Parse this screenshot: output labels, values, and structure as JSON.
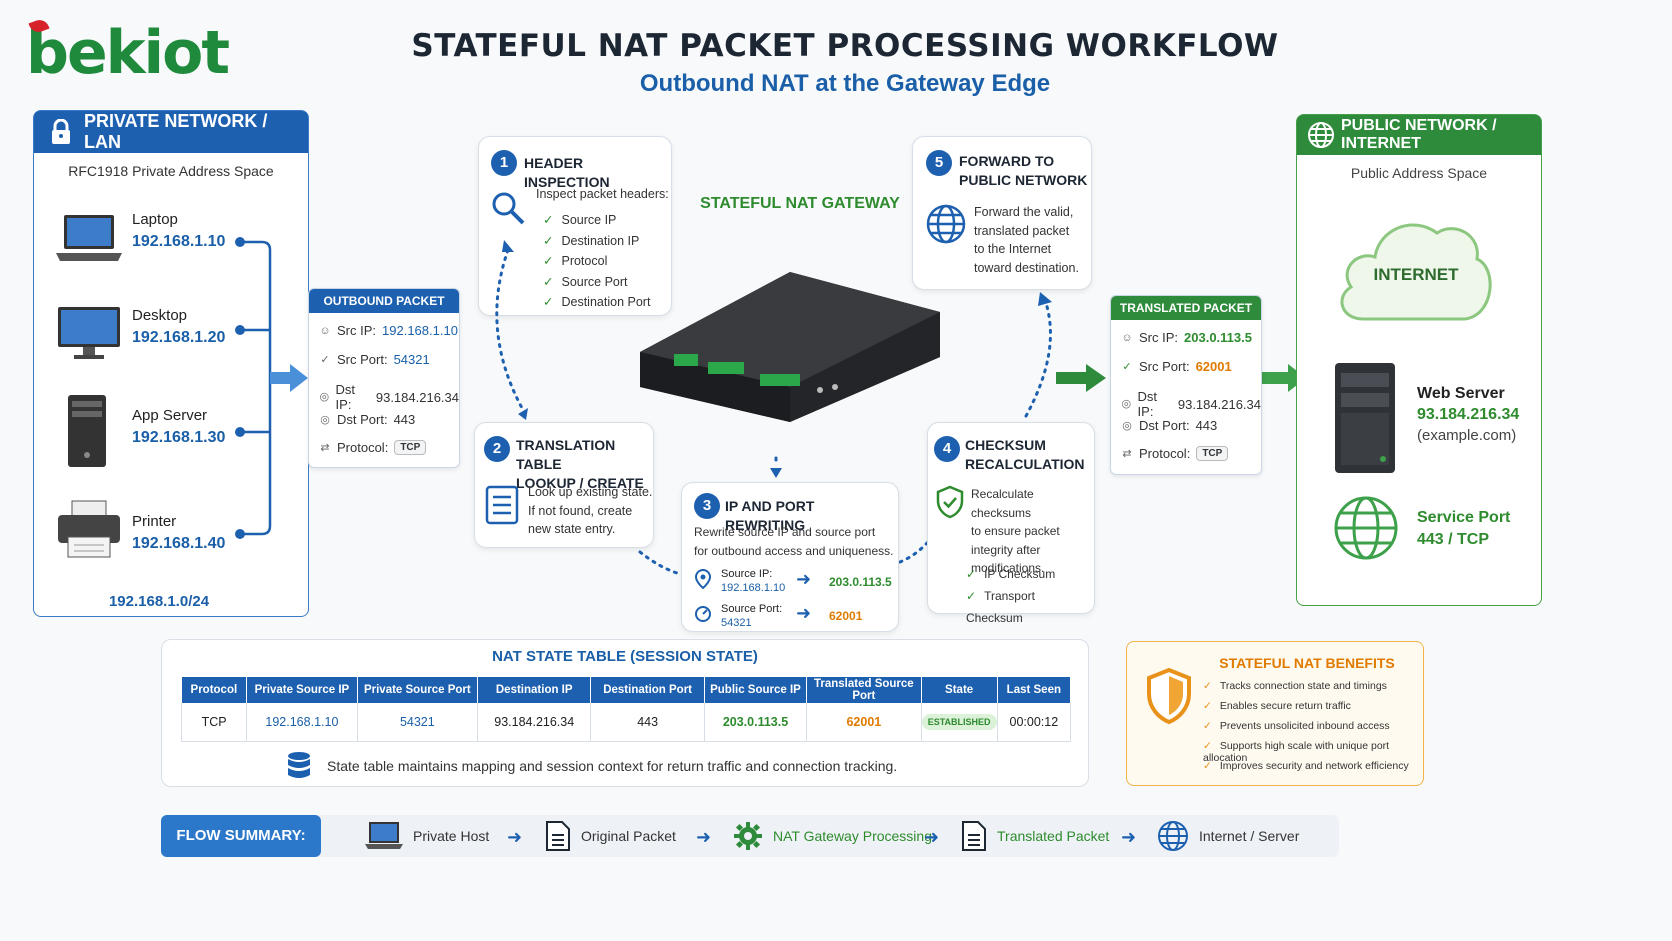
{
  "logo": {
    "text": "bekiot"
  },
  "title": "STATEFUL NAT PACKET PROCESSING WORKFLOW",
  "subtitle": "Outbound NAT at the Gateway Edge",
  "lan": {
    "header": "PRIVATE NETWORK / LAN",
    "subtitle": "RFC1918 Private Address Space",
    "devices": [
      {
        "name": "Laptop",
        "ip": "192.168.1.10"
      },
      {
        "name": "Desktop",
        "ip": "192.168.1.20"
      },
      {
        "name": "App Server",
        "ip": "192.168.1.30"
      },
      {
        "name": "Printer",
        "ip": "192.168.1.40"
      }
    ],
    "subnet": "192.168.1.0/24"
  },
  "outbound_packet": {
    "header": "OUTBOUND PACKET",
    "src_ip_label": "Src IP:",
    "src_ip": "192.168.1.10",
    "src_port_label": "Src Port:",
    "src_port": "54321",
    "dst_ip_label": "Dst IP:",
    "dst_ip": "93.184.216.34",
    "dst_port_label": "Dst Port:",
    "dst_port": "443",
    "protocol_label": "Protocol:",
    "protocol": "TCP"
  },
  "steps": {
    "s1": {
      "num": "1",
      "title": "HEADER INSPECTION",
      "intro": "Inspect packet headers:",
      "checks": [
        "Source IP",
        "Destination IP",
        "Protocol",
        "Source Port",
        "Destination Port"
      ]
    },
    "s2": {
      "num": "2",
      "title1": "TRANSLATION TABLE",
      "title2": "LOOKUP / CREATE",
      "lines": [
        "Look up existing state.",
        "If not found, create",
        "new state entry."
      ]
    },
    "s3": {
      "num": "3",
      "title": "IP AND PORT REWRITING",
      "lines": [
        "Rewrite source IP and source port",
        "for outbound access and uniqueness."
      ],
      "src_ip_label": "Source IP:",
      "src_ip_old": "192.168.1.10",
      "src_ip_new": "203.0.113.5",
      "src_port_label": "Source Port:",
      "src_port_old": "54321",
      "src_port_new": "62001"
    },
    "s4": {
      "num": "4",
      "title1": "CHECKSUM",
      "title2": "RECALCULATION",
      "lines": [
        "Recalculate checksums",
        "to ensure packet",
        "integrity after",
        "modifications."
      ],
      "checks": [
        "IP Checksum",
        "Transport Checksum"
      ]
    },
    "s5": {
      "num": "5",
      "title1": "FORWARD TO",
      "title2": "PUBLIC NETWORK",
      "lines": [
        "Forward the valid,",
        "translated packet",
        "to the Internet",
        "toward destination."
      ]
    }
  },
  "gateway_label": "STATEFUL NAT GATEWAY",
  "translated_packet": {
    "header": "TRANSLATED PACKET",
    "src_ip_label": "Src IP:",
    "src_ip": "203.0.113.5",
    "src_port_label": "Src Port:",
    "src_port": "62001",
    "dst_ip_label": "Dst IP:",
    "dst_ip": "93.184.216.34",
    "dst_port_label": "Dst Port:",
    "dst_port": "443",
    "protocol_label": "Protocol:",
    "protocol": "TCP"
  },
  "public": {
    "header": "PUBLIC NETWORK / INTERNET",
    "subtitle": "Public Address Space",
    "cloud_label": "INTERNET",
    "server_name": "Web Server",
    "server_ip": "93.184.216.34",
    "server_host": "(example.com)",
    "service_label": "Service Port",
    "service_port": "443 / TCP"
  },
  "nat_table": {
    "title": "NAT STATE TABLE  (SESSION STATE)",
    "columns": [
      "Protocol",
      "Private Source IP",
      "Private Source Port",
      "Destination IP",
      "Destination Port",
      "Public Source IP",
      "Translated Source Port",
      "State",
      "Last Seen"
    ],
    "row": [
      "TCP",
      "192.168.1.10",
      "54321",
      "93.184.216.34",
      "443",
      "203.0.113.5",
      "62001",
      "ESTABLISHED",
      "00:00:12"
    ],
    "note": "State table maintains mapping and session context for return traffic and connection tracking."
  },
  "benefits": {
    "title": "STATEFUL NAT BENEFITS",
    "items": [
      "Tracks connection state and timings",
      "Enables secure return traffic",
      "Prevents unsolicited inbound access",
      "Supports high scale with unique port allocation",
      "Improves security and network efficiency"
    ]
  },
  "flow": {
    "label": "FLOW SUMMARY:",
    "items": [
      "Private Host",
      "Original Packet",
      "NAT Gateway Processing",
      "Translated Packet",
      "Internet / Server"
    ]
  },
  "colors": {
    "primary_blue": "#1e60b0",
    "green": "#2e8b2e",
    "orange": "#e07b00"
  }
}
